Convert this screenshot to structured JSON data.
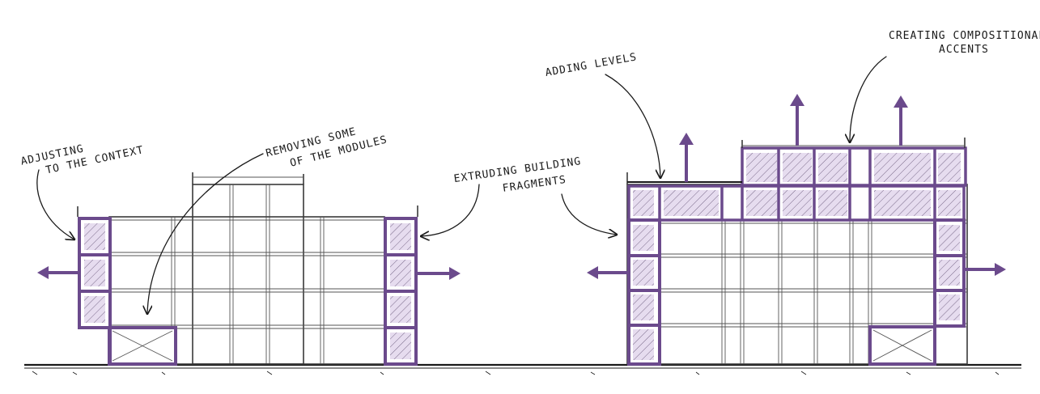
{
  "colors": {
    "accent": "#6b4a8c",
    "hatch_fill": "#d9cde5",
    "ink": "#1a1a1a"
  },
  "annotations": {
    "adjusting_line1": "ADJUSTING",
    "adjusting_line2": "TO THE CONTEXT",
    "removing_line1": "REMOVING SOME",
    "removing_line2": "OF THE MODULES",
    "extruding_line1": "EXTRUDING BUILDING",
    "extruding_line2": "FRAGMENTS",
    "adding": "ADDING LEVELS",
    "creating_line1": "CREATING COMPOSITIONAL",
    "creating_line2": "ACCENTS"
  }
}
